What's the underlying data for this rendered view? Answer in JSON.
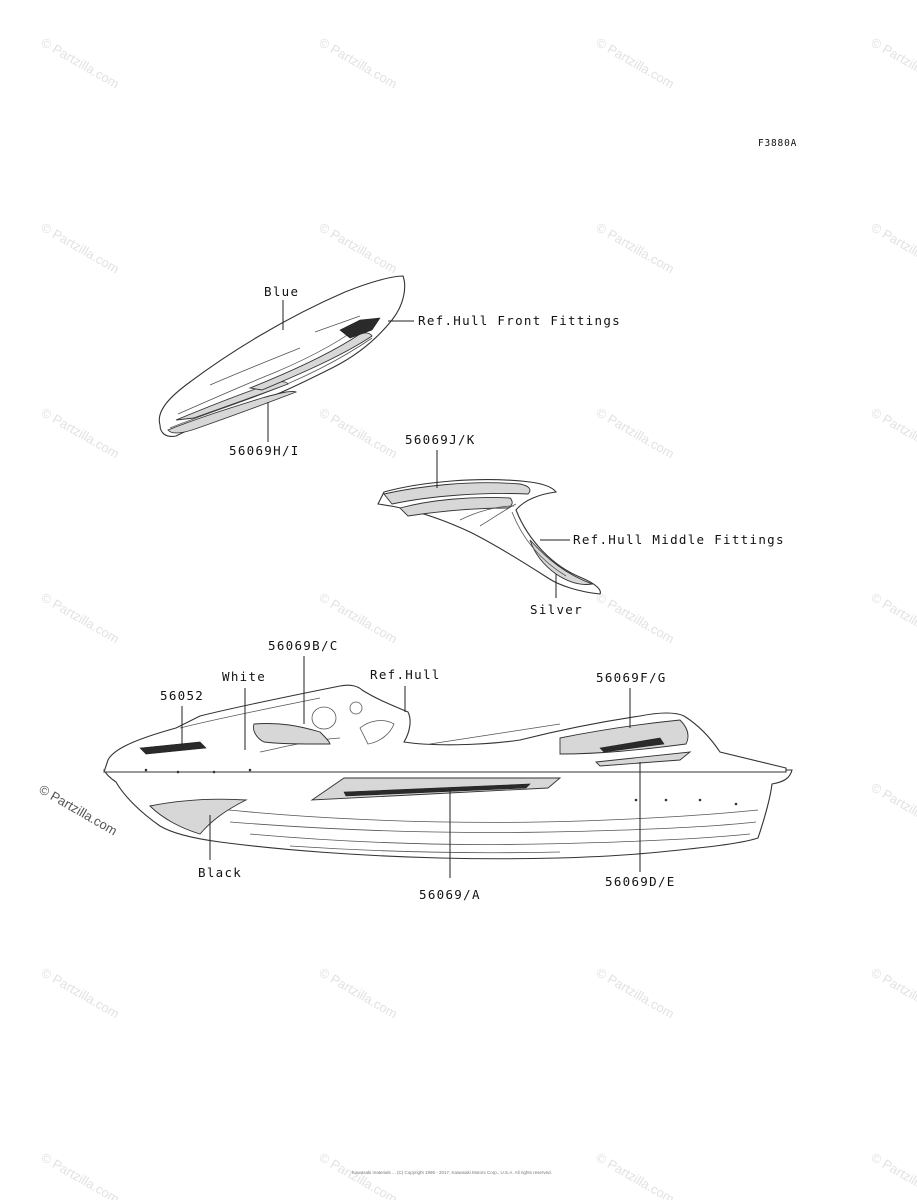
{
  "figure_code": "F3880A",
  "watermark": {
    "text": "© Partzilla.com",
    "copyright_note": "Kawasaki materials ... (C) Copyright 1995 - 2017, Kawasaki Motors Corp., U.S.A. All rights reserved."
  },
  "labels": {
    "blue": "Blue",
    "ref_hull_front": "Ref.Hull Front Fittings",
    "part_56069hi": "56069H/I",
    "part_56069jk": "56069J/K",
    "ref_hull_middle": "Ref.Hull Middle Fittings",
    "silver": "Silver",
    "part_56069bc": "56069B/C",
    "white": "White",
    "ref_hull": "Ref.Hull",
    "part_56052": "56052",
    "part_56069fg": "56069F/G",
    "black": "Black",
    "part_56069a": "56069/A",
    "part_56069de": "56069D/E"
  }
}
